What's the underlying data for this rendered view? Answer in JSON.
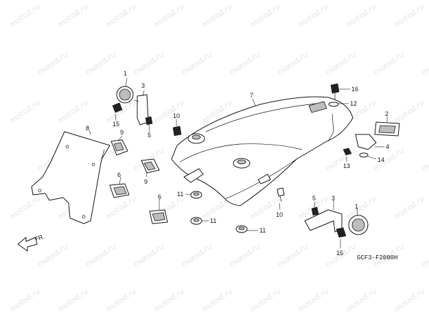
{
  "watermark": "motod.ru",
  "diagram_code": "GCF3-F2000H",
  "direction_label": "FR.",
  "callouts": {
    "c1a": "1",
    "c3a": "3",
    "c15a": "15",
    "c5a": "5",
    "c10a": "10",
    "c9a": "9",
    "c8": "8",
    "c9b": "9",
    "c6a": "6",
    "c6b": "6",
    "c11a": "11",
    "c11b": "11",
    "c11c": "11",
    "c10b": "10",
    "c7": "7",
    "c16": "16",
    "c12": "12",
    "c2": "2",
    "c4": "4",
    "c13": "13",
    "c14": "14",
    "c5b": "5",
    "c3b": "3",
    "c1b": "1",
    "c15b": "15"
  }
}
